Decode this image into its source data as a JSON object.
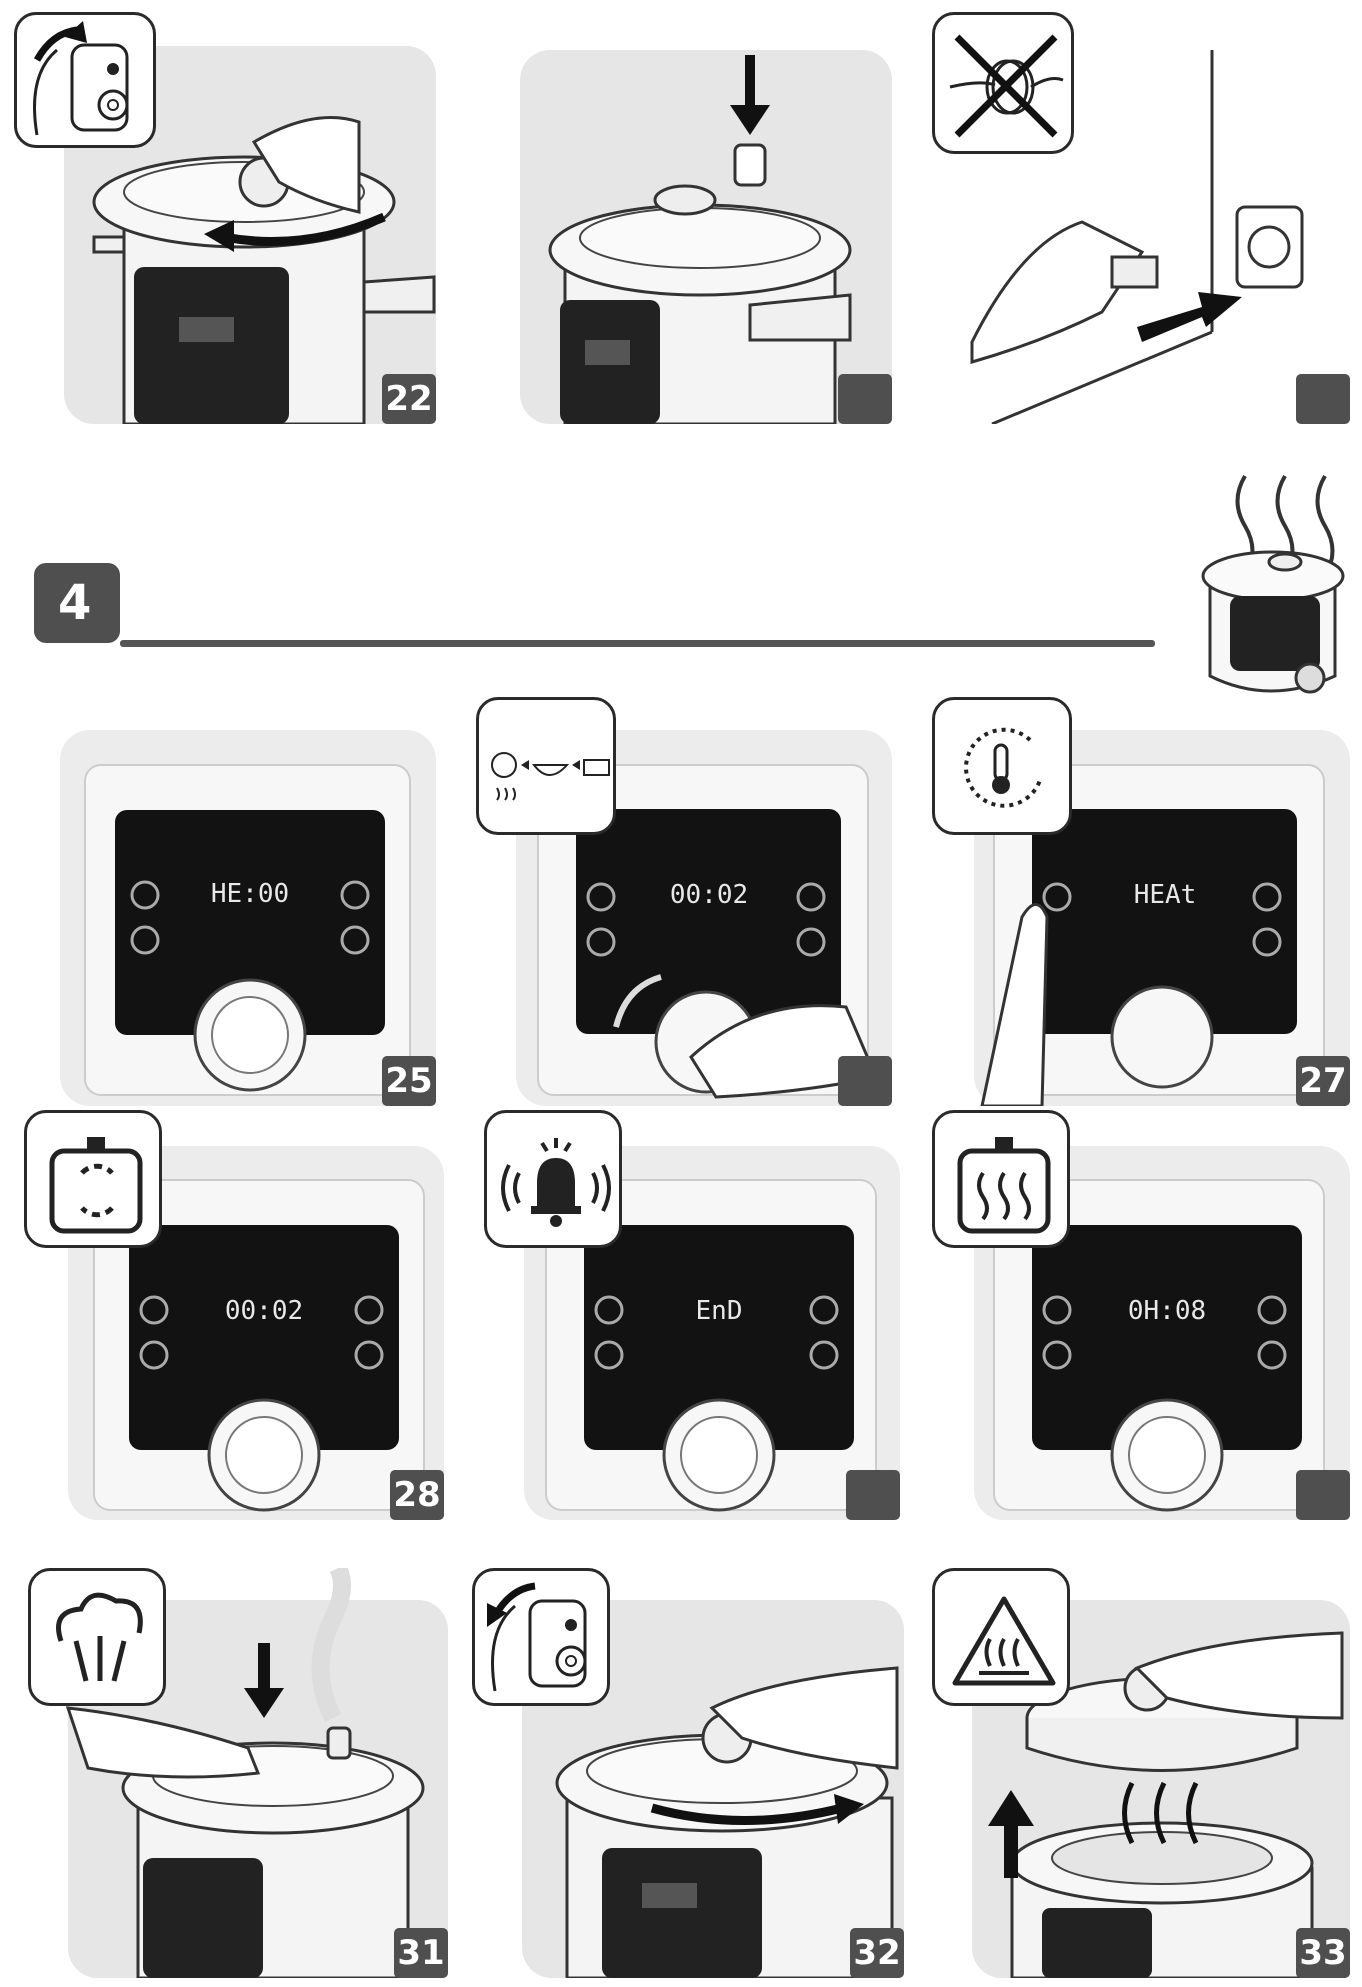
{
  "steps_top": [
    {
      "number": "22",
      "icon": "lid-turn-clockwise-icon"
    },
    {
      "number": "",
      "icon": "pressure-valve-insert-icon"
    },
    {
      "number": "",
      "icon": "no-cord-wrap-icon"
    }
  ],
  "section": {
    "number": "4"
  },
  "steps_display": [
    {
      "number": "25",
      "display": "HE:00"
    },
    {
      "number": "",
      "display": "00:02"
    },
    {
      "number": "27",
      "display": "HEAt"
    },
    {
      "number": "28",
      "display": "00:02"
    },
    {
      "number": "",
      "display": "EnD"
    },
    {
      "number": "",
      "display": "0H:08"
    }
  ],
  "steps_bottom": [
    {
      "number": "31",
      "icon": "steam-release-icon"
    },
    {
      "number": "32",
      "icon": "lid-turn-counterclockwise-icon"
    },
    {
      "number": "33",
      "icon": "hot-surface-warning-icon"
    }
  ]
}
